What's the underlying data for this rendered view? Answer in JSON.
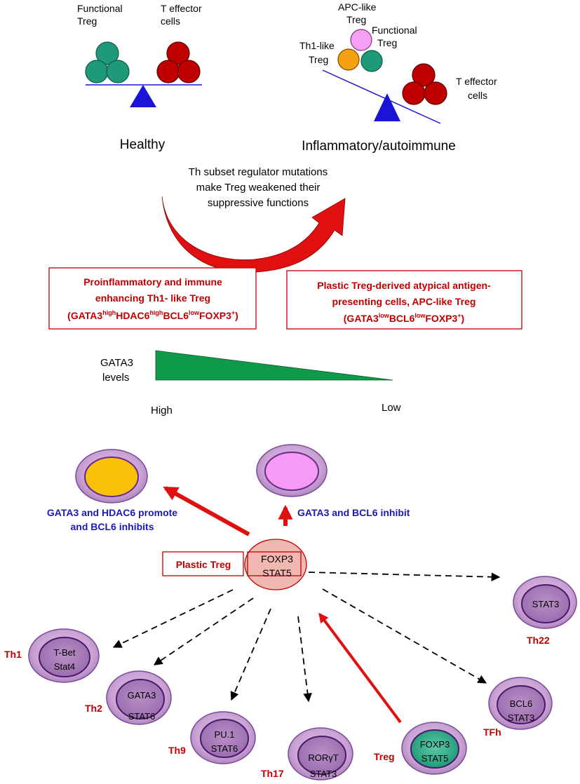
{
  "top": {
    "healthy": {
      "functional_treg_1": "Functional",
      "functional_treg_2": "Treg",
      "t_effector_1": "T effector",
      "t_effector_2": "cells",
      "caption": "Healthy"
    },
    "inflamed": {
      "apc_treg_1": "APC-like",
      "apc_treg_2": "Treg",
      "functional_1": "Functional",
      "functional_2": "Treg",
      "th1_treg_1": "Th1-like",
      "th1_treg_2": "Treg",
      "t_effector_1": "T effector",
      "t_effector_2": "cells",
      "caption": "Inflammatory/autoimmune"
    },
    "mutation_line1": "Th subset regulator mutations",
    "mutation_line2": "make Treg weakened their",
    "mutation_line3": "suppressive functions"
  },
  "boxes": {
    "left_line1": "Proinflammatory and immune",
    "left_line2": "enhancing Th1- like Treg",
    "right_line1": "Plastic Treg-derived atypical antigen-",
    "right_line2": "presenting cells, APC-like Treg"
  },
  "gata3_gradient": {
    "label_1": "GATA3",
    "label_2": "levels",
    "high": "High",
    "low": "Low"
  },
  "network": {
    "promote_line1": "GATA3 and HDAC6 promote",
    "promote_line2": "and BCL6 inhibits",
    "inhibit": "GATA3 and BCL6 inhibit",
    "plastic_treg": "Plastic Treg",
    "center_1": "FOXP3",
    "center_2": "STAT5",
    "cells": {
      "th1": {
        "label": "Th1",
        "tf1": "T-Bet",
        "tf2": "Stat4"
      },
      "th2": {
        "label": "Th2",
        "tf1": "GATA3",
        "tf2": "STAT6"
      },
      "th9": {
        "label": "Th9",
        "tf1": "PU.1",
        "tf2": "STAT6"
      },
      "th17": {
        "label": "Th17",
        "tf1": "RORγT",
        "tf2": "STAT3"
      },
      "treg": {
        "label": "Treg",
        "tf1": "FOXP3",
        "tf2": "STAT5"
      },
      "tfh": {
        "label": "TFh",
        "tf1": "BCL6",
        "tf2": "STAT3"
      },
      "th22": {
        "label": "Th22",
        "tf1": "STAT3"
      }
    }
  },
  "colors": {
    "treg_green": "#1f9a78",
    "effector_red": "#c00000",
    "scale_blue": "#1a14d6",
    "th1like_orange": "#f5a010",
    "apc_pink": "#f5a0f5",
    "arrow_red": "#e11010",
    "box_red": "#c00000",
    "label_blue": "#1a1ab4",
    "gradient_green": "#0f9a4a"
  }
}
